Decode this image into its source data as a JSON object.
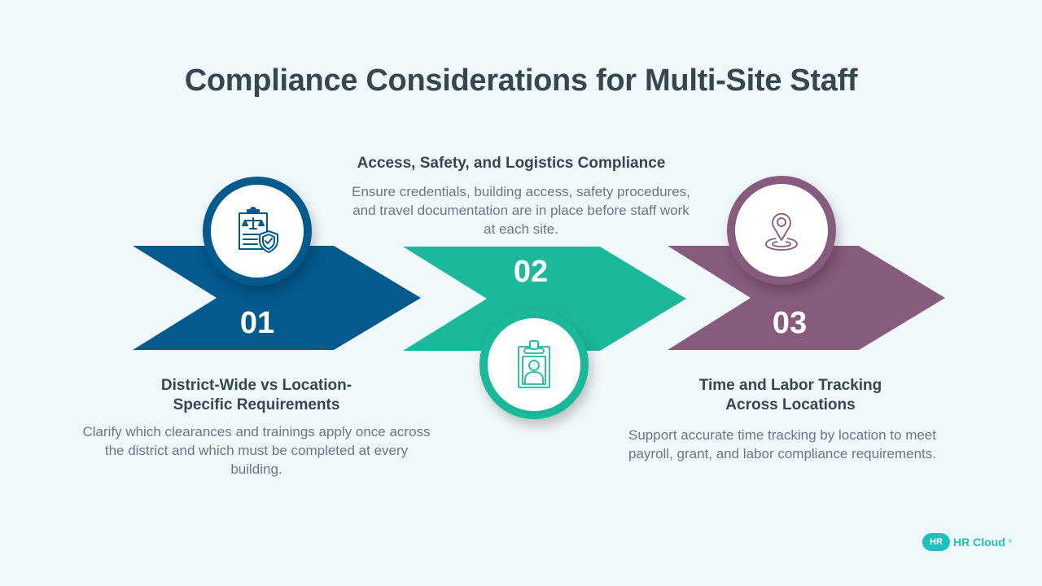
{
  "title": "Compliance Considerations for Multi-Site Staff",
  "colors": {
    "background": "#f1f8fb",
    "step1": "#045a8d",
    "step2": "#1cb89c",
    "step3": "#875b7e",
    "heading_text": "#37474f",
    "body_text": "#6b7780"
  },
  "steps": [
    {
      "number": "01",
      "icon": "clipboard-scales-shield-icon",
      "heading": "District-Wide vs Location-Specific Requirements",
      "heading_line1": "District-Wide vs Location-",
      "heading_line2": "Specific Requirements",
      "description": "Clarify which clearances and trainings apply once across the district and which must be completed at every building."
    },
    {
      "number": "02",
      "icon": "id-badge-icon",
      "heading": "Access, Safety, and Logistics Compliance",
      "description": "Ensure credentials, building access, safety procedures, and travel documentation are in place before staff work at each site."
    },
    {
      "number": "03",
      "icon": "location-pin-icon",
      "heading": "Time and Labor Tracking Across Locations",
      "heading_line1": "Time and Labor Tracking",
      "heading_line2": "Across Locations",
      "description": "Support accurate time tracking by location to meet payroll, grant, and labor compliance requirements."
    }
  ],
  "logo": {
    "badge": "HR",
    "brand": "HR Cloud",
    "mark": "®"
  }
}
